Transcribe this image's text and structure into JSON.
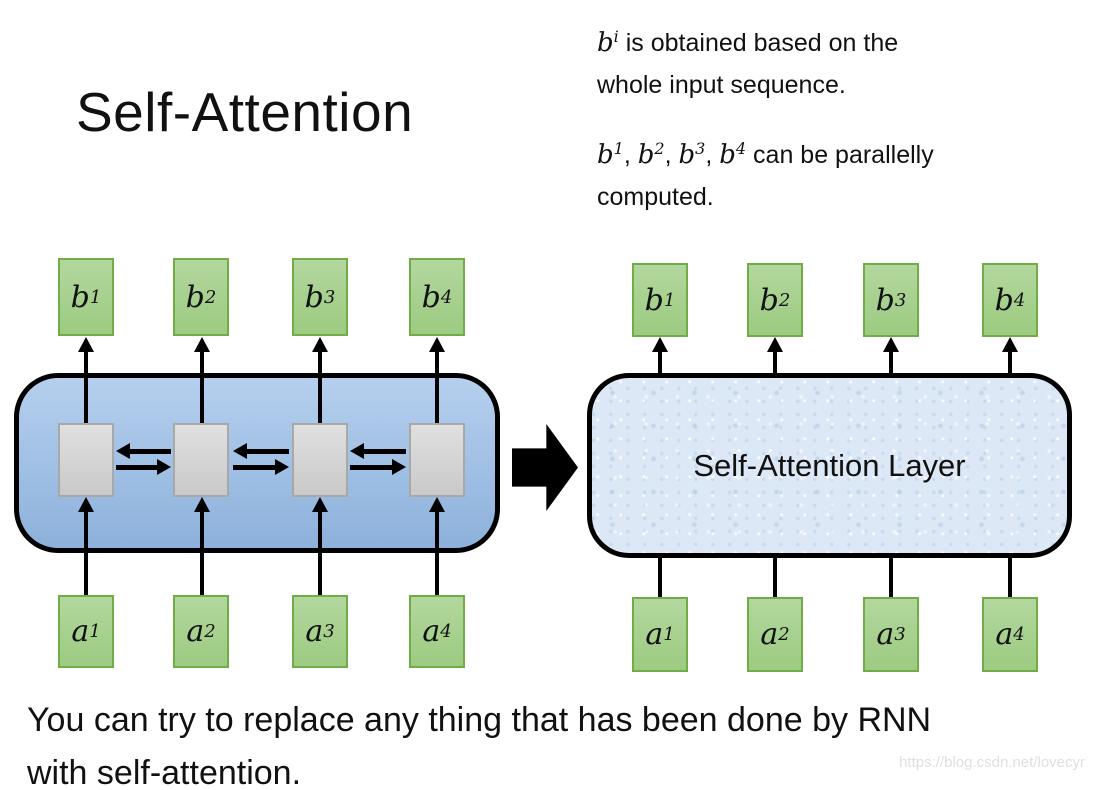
{
  "title": "Self-Attention",
  "notes": {
    "obtained": {
      "math_base": "b",
      "math_sup": "i",
      "rest": " is obtained based on the",
      "line2": "whole input sequence."
    },
    "parallel": {
      "m1": {
        "base": "b",
        "sup": "1"
      },
      "m2": {
        "base": "b",
        "sup": "2"
      },
      "m3": {
        "base": "b",
        "sup": "3"
      },
      "m4": {
        "base": "b",
        "sup": "4"
      },
      "sep": ", ",
      "rest": " can be parallelly",
      "line2": "computed."
    }
  },
  "left_diagram": {
    "outputs": [
      {
        "base": "b",
        "sup": "1"
      },
      {
        "base": "b",
        "sup": "2"
      },
      {
        "base": "b",
        "sup": "3"
      },
      {
        "base": "b",
        "sup": "4"
      }
    ],
    "inputs": [
      {
        "base": "a",
        "sup": "1"
      },
      {
        "base": "a",
        "sup": "2"
      },
      {
        "base": "a",
        "sup": "3"
      },
      {
        "base": "a",
        "sup": "4"
      }
    ]
  },
  "right_diagram": {
    "layer_label": "Self-Attention Layer",
    "outputs": [
      {
        "base": "b",
        "sup": "1"
      },
      {
        "base": "b",
        "sup": "2"
      },
      {
        "base": "b",
        "sup": "3"
      },
      {
        "base": "b",
        "sup": "4"
      }
    ],
    "inputs": [
      {
        "base": "a",
        "sup": "1"
      },
      {
        "base": "a",
        "sup": "2"
      },
      {
        "base": "a",
        "sup": "3"
      },
      {
        "base": "a",
        "sup": "4"
      }
    ]
  },
  "bottom_text": {
    "line1": "You can try to replace any thing that has been done by RNN",
    "line2": "with self-attention."
  },
  "watermark": "https://blog.csdn.net/lovecyr",
  "colors": {
    "green_fill": "#a9d18e",
    "green_border": "#70ad47",
    "rnn_box_fill_top": "#b6cfee",
    "rnn_box_fill_bottom": "#8db1db",
    "sa_box_fill": "#dce8f5",
    "gray_box_fill": "#d6d6d6",
    "gray_box_border": "#a8a8a8",
    "box_outline": "#000000",
    "watermark_gray": "#dfdfdf"
  }
}
